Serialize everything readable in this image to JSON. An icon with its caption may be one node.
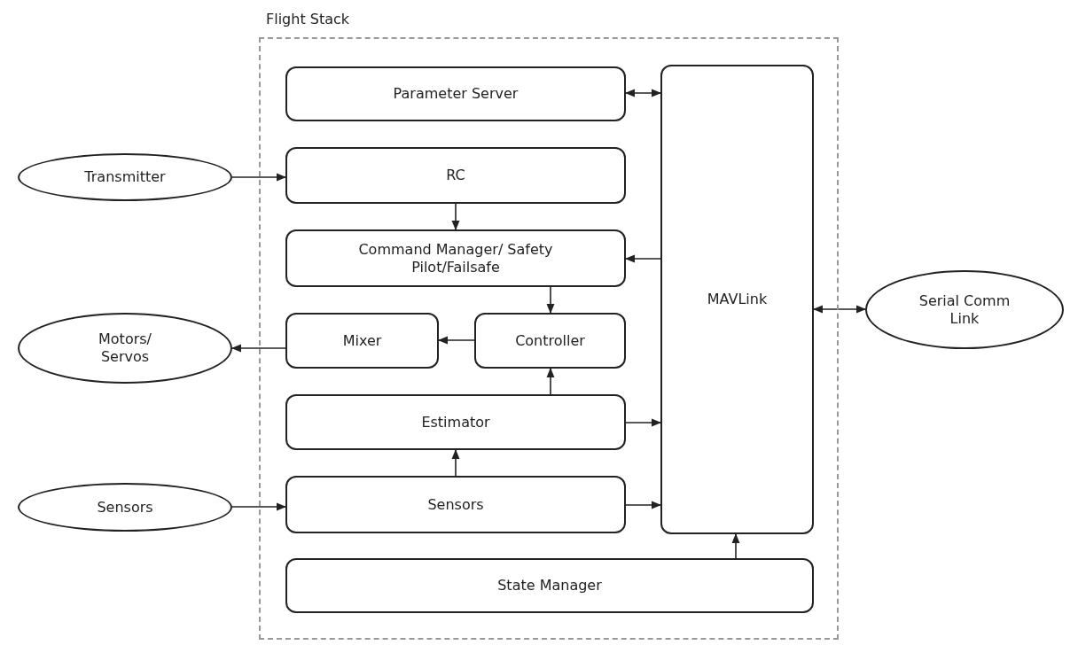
{
  "diagram": {
    "nodes": [
      {
        "text": [
          "Flight Stack"
        ]
      },
      {
        "text": [
          "Parameter Server"
        ],
        "in": 0
      },
      {
        "text": [
          "MAVLink"
        ],
        "in": 0
      },
      {
        "text": [
          "Transmitter"
        ]
      },
      {
        "text": [
          "RC"
        ],
        "in": 0
      },
      {
        "text": [
          "Command Manager/ Safety Pilot/Failsafe"
        ],
        "in": 0
      },
      {
        "text": [
          "Motors/ Servos"
        ]
      },
      {
        "text": [
          "Mixer"
        ],
        "in": 0
      },
      {
        "text": [
          "Controller"
        ],
        "in": 0
      },
      {
        "text": [
          "Estimator"
        ],
        "in": 0
      },
      {
        "text": [
          "Sensors"
        ]
      },
      {
        "text": [
          "Sensors"
        ],
        "in": 0
      },
      {
        "text": [
          "State Manager"
        ],
        "in": 0
      },
      {
        "text": [
          "Serial Comm Link"
        ]
      }
    ],
    "edges": [
      {
        "from": 1,
        "to": 2,
        "arrow": "both"
      },
      {
        "from": 3,
        "to": 4,
        "arrow": "to"
      },
      {
        "from": 4,
        "to": 5,
        "arrow": "to"
      },
      {
        "from": 2,
        "to": 5,
        "arrow": "to"
      },
      {
        "from": 5,
        "to": 8,
        "arrow": "to"
      },
      {
        "from": 8,
        "to": 7,
        "arrow": "to"
      },
      {
        "from": 7,
        "to": 6,
        "arrow": "to"
      },
      {
        "from": 9,
        "to": 8,
        "arrow": "to"
      },
      {
        "from": 9,
        "to": 2,
        "arrow": "to"
      },
      {
        "from": 11,
        "to": 9,
        "arrow": "to"
      },
      {
        "from": 10,
        "to": 11,
        "arrow": "to"
      },
      {
        "from": 11,
        "to": 2,
        "arrow": "to"
      },
      {
        "from": 12,
        "to": 2,
        "arrow": "to"
      },
      {
        "from": 2,
        "to": 13,
        "arrow": "both"
      }
    ]
  }
}
